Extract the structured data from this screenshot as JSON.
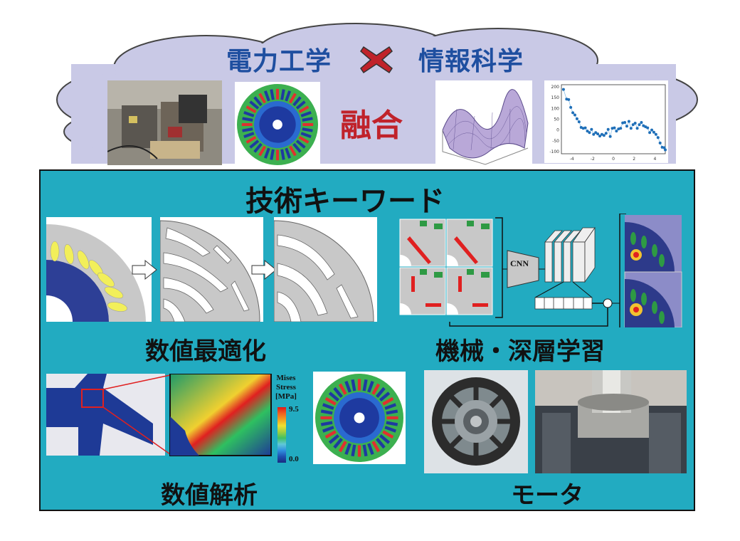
{
  "header": {
    "left_title": "電力工学",
    "cross_icon": "red-x-mark",
    "right_title": "情報科学",
    "center_label": "融合",
    "colors": {
      "title": "#1f4fa0",
      "cross": "#c0222a",
      "fusion": "#c0222a",
      "cloud": "#c9c9e6"
    }
  },
  "panel": {
    "heading": "技術キーワード",
    "background": "#22abc1",
    "keywords": {
      "optimization": "数値最適化",
      "machine_learning": "機械・深層学習",
      "analysis": "数値解析",
      "motor": "モータ"
    },
    "cnn_label": "CNN",
    "colorbar": {
      "title_lines": [
        "Mises",
        "Stress",
        "[MPa]"
      ],
      "max": "9.5",
      "min": "0.0"
    }
  },
  "scatter_plot": {
    "type": "scatter",
    "x_ticks": [
      "-4",
      "-2",
      "0",
      "2",
      "4"
    ],
    "y_ticks": [
      "200",
      "150",
      "100",
      "50",
      "0",
      "-50",
      "-100"
    ],
    "xlim": [
      -5,
      5
    ],
    "ylim": [
      -110,
      210
    ],
    "points": [
      [
        -4.8,
        188
      ],
      [
        -4.5,
        143
      ],
      [
        -4.3,
        141
      ],
      [
        -4.1,
        105
      ],
      [
        -3.9,
        80
      ],
      [
        -3.7,
        70
      ],
      [
        -3.5,
        52
      ],
      [
        -3.3,
        38
      ],
      [
        -3.1,
        12
      ],
      [
        -2.9,
        8
      ],
      [
        -2.7,
        10
      ],
      [
        -2.5,
        -5
      ],
      [
        -2.3,
        -12
      ],
      [
        -2.1,
        3
      ],
      [
        -1.9,
        -20
      ],
      [
        -1.7,
        -12
      ],
      [
        -1.5,
        -18
      ],
      [
        -1.3,
        -28
      ],
      [
        -1.1,
        -20
      ],
      [
        -0.9,
        -25
      ],
      [
        -0.7,
        -15
      ],
      [
        -0.5,
        3
      ],
      [
        -0.3,
        -30
      ],
      [
        -0.1,
        8
      ],
      [
        0.1,
        10
      ],
      [
        0.3,
        -5
      ],
      [
        0.5,
        5
      ],
      [
        0.7,
        8
      ],
      [
        0.9,
        33
      ],
      [
        1.1,
        35
      ],
      [
        1.3,
        18
      ],
      [
        1.5,
        40
      ],
      [
        1.7,
        8
      ],
      [
        1.9,
        25
      ],
      [
        2.1,
        32
      ],
      [
        2.3,
        8
      ],
      [
        2.5,
        25
      ],
      [
        2.7,
        35
      ],
      [
        2.9,
        20
      ],
      [
        3.1,
        15
      ],
      [
        3.3,
        10
      ],
      [
        3.5,
        -12
      ],
      [
        3.7,
        0
      ],
      [
        3.9,
        -10
      ],
      [
        4.1,
        -20
      ],
      [
        4.3,
        -35
      ],
      [
        4.5,
        -60
      ],
      [
        4.7,
        -80
      ],
      [
        4.9,
        -82
      ],
      [
        5.0,
        -92
      ]
    ]
  }
}
